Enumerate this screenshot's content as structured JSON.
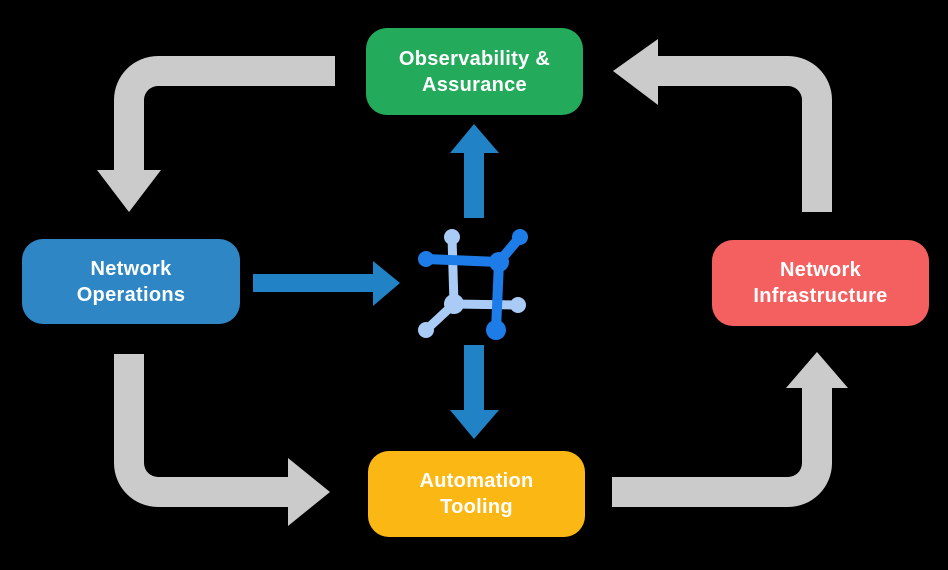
{
  "title": "Network operations lifecycle diagram",
  "canvas": {
    "background": "#000000"
  },
  "nodes": {
    "observability": {
      "line1": "Observability &",
      "line2": "Assurance",
      "color": "#23AB5B"
    },
    "operations": {
      "line1": "Network",
      "line2": "Operations",
      "color": "#2E86C4"
    },
    "infrastructure": {
      "line1": "Network",
      "line2": "Infrastructure",
      "color": "#F4605F"
    },
    "automation": {
      "line1": "Automation",
      "line2": "Tooling",
      "color": "#FBB713"
    }
  },
  "arrows": {
    "gray": {
      "color": "#CBCBCB",
      "items": [
        "observability-to-operations",
        "operations-to-automation",
        "automation-to-infrastructure",
        "infrastructure-to-observability"
      ]
    },
    "blue": {
      "color": "#2282C6",
      "items": [
        "operations-to-platform",
        "platform-to-observability",
        "platform-to-automation"
      ]
    }
  },
  "center_icon": {
    "name": "network-platform-icon",
    "dark_color": "#1E7CE8",
    "light_color": "#A9CBF5"
  },
  "text_color": "#FFFFFF"
}
